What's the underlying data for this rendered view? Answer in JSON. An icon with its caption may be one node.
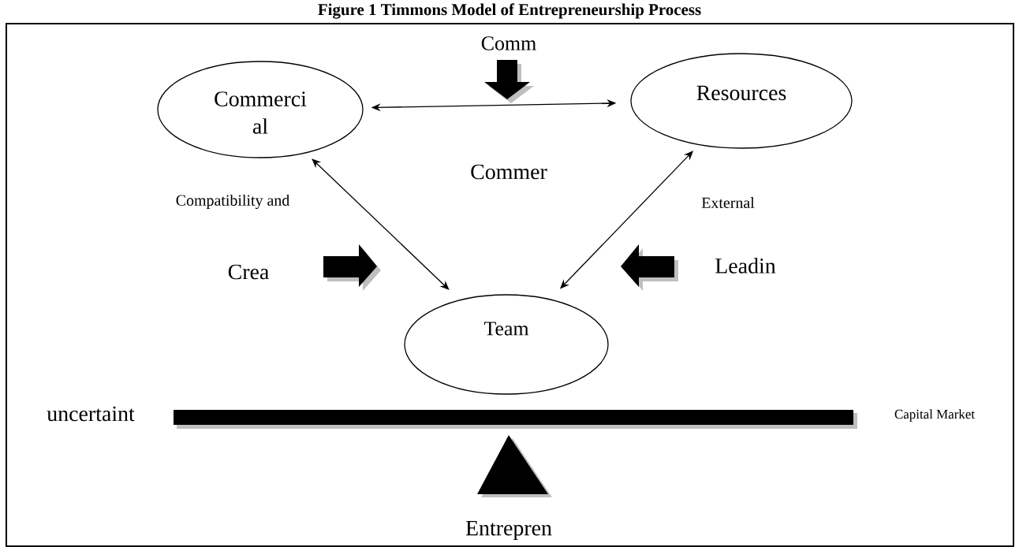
{
  "diagram": {
    "title": "Figure 1 Timmons Model of Entrepreneurship Process",
    "nodes": [
      {
        "text": [
          "Commerci al"
        ]
      },
      {
        "text": [
          "Resources"
        ]
      },
      {
        "text": [
          "Team"
        ]
      }
    ],
    "edges": [
      {
        "from": 0,
        "to": 1,
        "arrow": "both"
      },
      {
        "from": 0,
        "to": 2,
        "arrow": "both"
      },
      {
        "from": 1,
        "to": 2,
        "arrow": "both"
      }
    ],
    "labels": [
      "Comm",
      "Commer",
      "Compatibility and",
      "External",
      "Crea",
      "Leadin",
      "uncertaint",
      "Capital Market",
      "Entrepren"
    ]
  }
}
